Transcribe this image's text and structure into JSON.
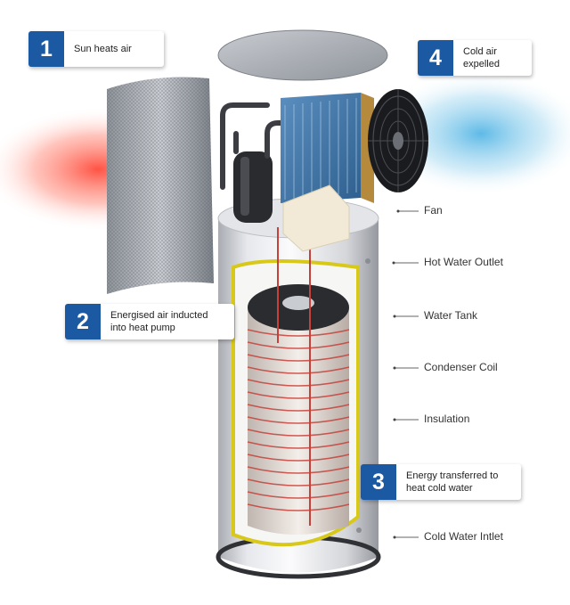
{
  "steps": [
    {
      "number": "1",
      "text": "Sun heats air"
    },
    {
      "number": "2",
      "text": "Energised air inducted into heat pump"
    },
    {
      "number": "3",
      "text": "Energy transferred to heat cold water"
    },
    {
      "number": "4",
      "text": "Cold air expelled"
    }
  ],
  "parts": [
    "Fan",
    "Hot Water Outlet",
    "Water Tank",
    "Condenser Coil",
    "Insulation",
    "Cold Water Intlet"
  ],
  "colors": {
    "badge": "#1b59a3",
    "warm_air": "#ff5a4a",
    "cold_air": "#5ab8e6",
    "copper": "#c4423a",
    "insulation": "#d8c81a"
  }
}
